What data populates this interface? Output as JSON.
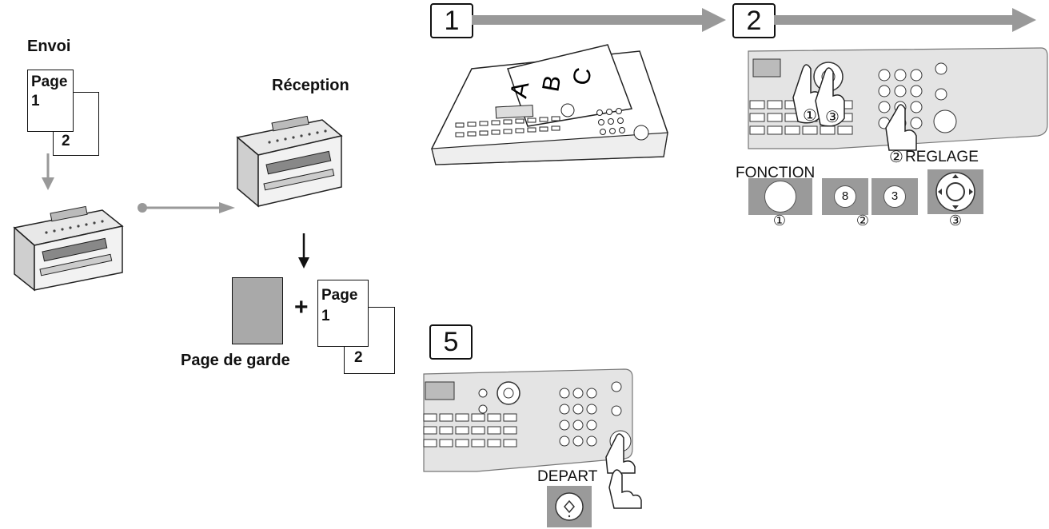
{
  "sender": {
    "title": "Envoi",
    "page_word": "Page",
    "page1_num": "1",
    "page2_num": "2"
  },
  "receiver": {
    "title": "Réception",
    "cover_label": "Page de garde",
    "plus": "+",
    "page_word": "Page",
    "page1_num": "1",
    "page2_num": "2"
  },
  "steps": [
    {
      "number": "1"
    },
    {
      "number": "2"
    },
    {
      "number": "5"
    }
  ],
  "step2": {
    "fonction_label": "FONCTION",
    "reglage_label": "REGLAGE",
    "key_8": "8",
    "key_3": "3",
    "marker_1": "①",
    "marker_2": "②",
    "marker_3": "③",
    "hand_marker_1": "①",
    "hand_marker_2": "②",
    "hand_marker_3": "③"
  },
  "step5": {
    "depart_label": "DEPART"
  },
  "colors": {
    "arrow_gray": "#999999",
    "key_gray": "#9a9a9a",
    "cover_gray": "#a9a9a9",
    "panel_gray": "#e4e4e4"
  }
}
